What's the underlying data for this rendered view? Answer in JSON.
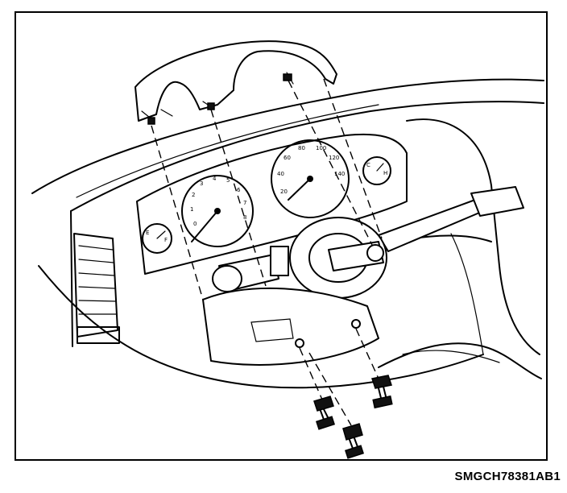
{
  "caption": "SMGCH78381AB1",
  "gauges": [
    {
      "name": "fuel",
      "labels": [
        "E",
        "F"
      ]
    },
    {
      "name": "tachometer",
      "labels": [
        "0",
        "1",
        "2",
        "3",
        "4",
        "5",
        "6",
        "7",
        "8"
      ]
    },
    {
      "name": "speedometer",
      "labels": [
        "20",
        "40",
        "60",
        "80",
        "100",
        "120",
        "140"
      ]
    },
    {
      "name": "temperature",
      "labels": [
        "C",
        "H"
      ]
    }
  ]
}
